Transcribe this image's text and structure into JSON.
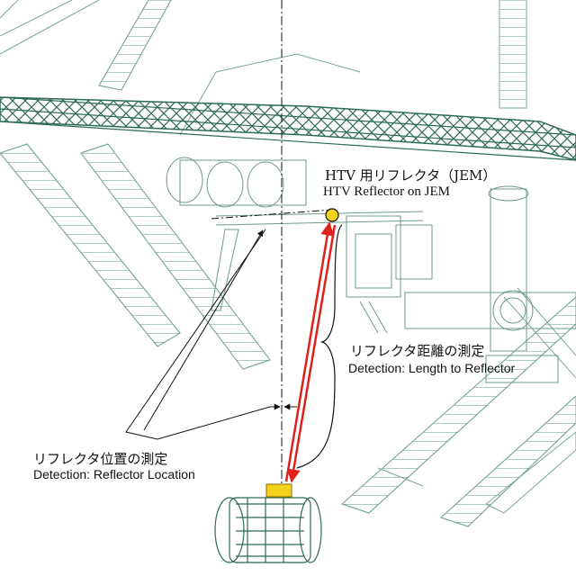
{
  "labels": {
    "htv_reflector_jp": "HTV 用リフレクタ（JEM）",
    "htv_reflector_en": "HTV Reflector on JEM",
    "length_jp": "リフレクタ距離の測定",
    "length_en": "Detection: Length to Reflector",
    "location_jp": "リフレクタ位置の測定",
    "location_en": "Detection: Reflector Location"
  },
  "colors": {
    "structure": "#2e6b55",
    "structure_light": "#8fb8a8",
    "laser": "#e0201a",
    "reflector": "#f2d21a",
    "ink": "#111111"
  }
}
